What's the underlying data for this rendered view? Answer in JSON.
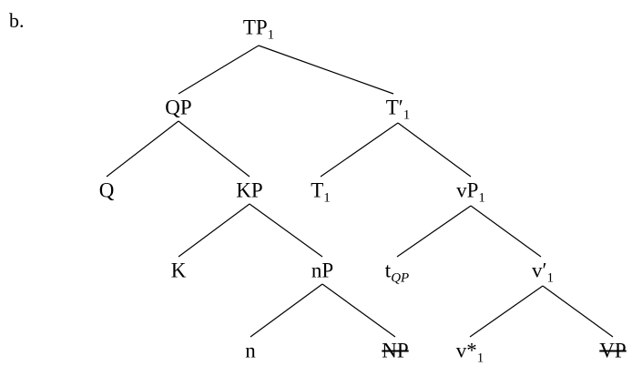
{
  "example_label": "b.",
  "tree": {
    "nodes": [
      {
        "id": "TP1",
        "base": "TP",
        "sub": "1"
      },
      {
        "id": "QP",
        "base": "QP"
      },
      {
        "id": "Tbar1",
        "base": "T′",
        "sub": "1"
      },
      {
        "id": "Q",
        "base": "Q"
      },
      {
        "id": "KP",
        "base": "KP"
      },
      {
        "id": "T1",
        "base": "T",
        "sub": "1"
      },
      {
        "id": "vP1",
        "base": "vP",
        "sub": "1"
      },
      {
        "id": "K",
        "base": "K"
      },
      {
        "id": "nP",
        "base": "nP"
      },
      {
        "id": "tQP",
        "base": "t",
        "sub": "QP",
        "sub_italic": true
      },
      {
        "id": "vbar1",
        "base": "v′",
        "sub": "1"
      },
      {
        "id": "n",
        "base": "n"
      },
      {
        "id": "NP",
        "base": "NP",
        "struck": true
      },
      {
        "id": "vstar1",
        "base": "v*",
        "sub": "1"
      },
      {
        "id": "VP",
        "base": "VP",
        "struck": true
      }
    ],
    "edges": [
      [
        "TP1",
        "QP"
      ],
      [
        "TP1",
        "Tbar1"
      ],
      [
        "QP",
        "Q"
      ],
      [
        "QP",
        "KP"
      ],
      [
        "KP",
        "K"
      ],
      [
        "KP",
        "nP"
      ],
      [
        "nP",
        "n"
      ],
      [
        "nP",
        "NP"
      ],
      [
        "Tbar1",
        "T1"
      ],
      [
        "Tbar1",
        "vP1"
      ],
      [
        "vP1",
        "tQP"
      ],
      [
        "vP1",
        "vbar1"
      ],
      [
        "vbar1",
        "vstar1"
      ],
      [
        "vbar1",
        "VP"
      ]
    ]
  }
}
